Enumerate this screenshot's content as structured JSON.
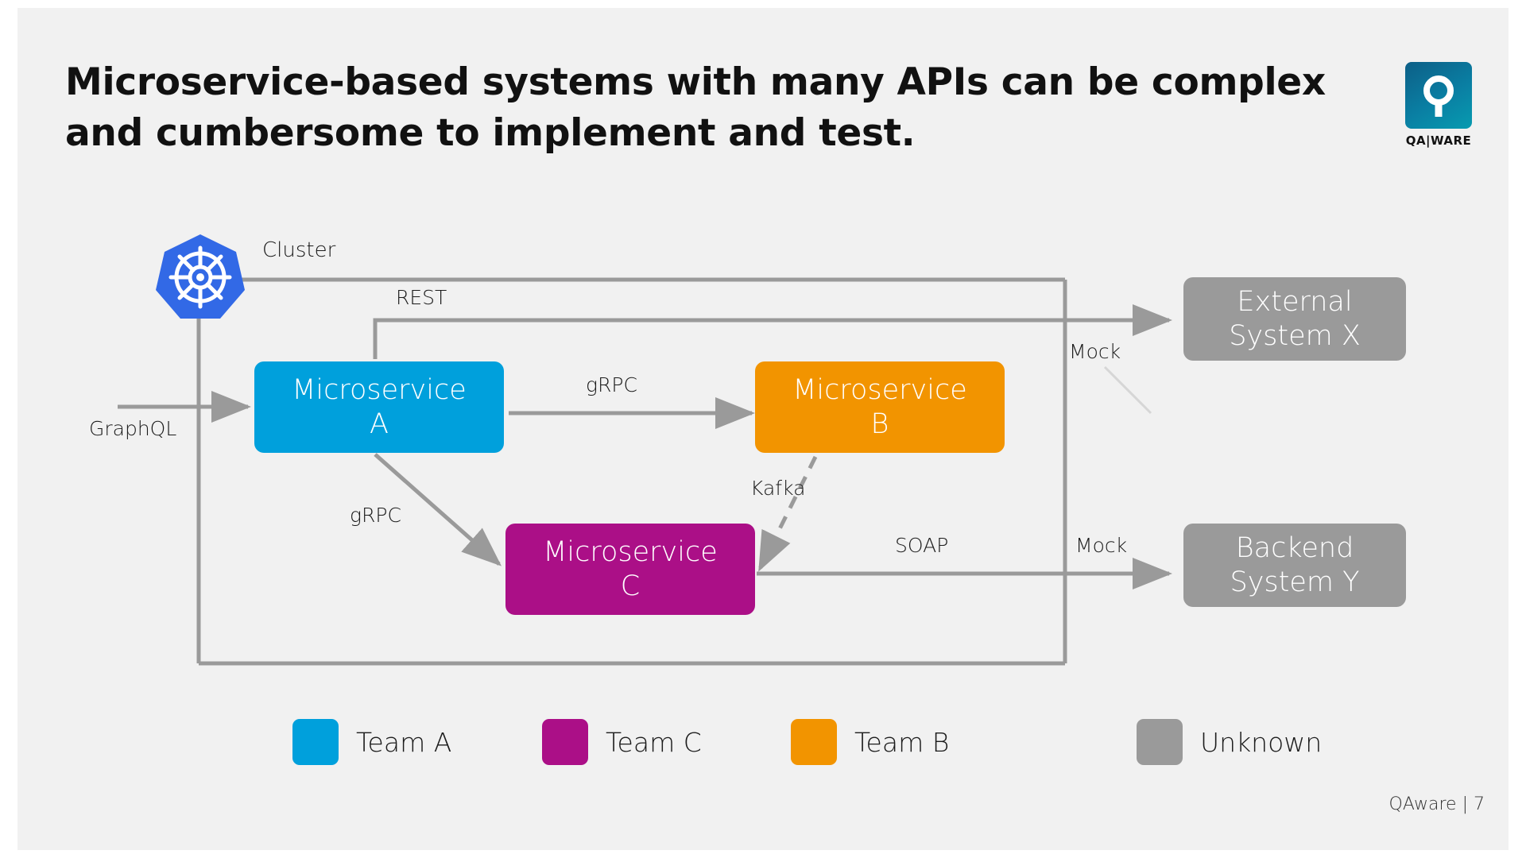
{
  "slide": {
    "title": "Microservice-based systems with many APIs can be complex\nand cumbersome to implement and test.",
    "footer": "QAware | 7",
    "background_color": "#f1f1f1"
  },
  "logo": {
    "name": "QAware",
    "wordmark": "QA|WARE",
    "tile_color": "#0a7fa3"
  },
  "diagram": {
    "cluster": {
      "label": "Cluster",
      "platform_icon": "kubernetes-icon",
      "boundary_color": "#9a9a9a"
    },
    "nodes": [
      {
        "id": "ms-a",
        "label": "Microservice\nA",
        "color": "#00a0dc",
        "team": "Team A"
      },
      {
        "id": "ms-b",
        "label": "Microservice\nB",
        "color": "#f29400",
        "team": "Team B"
      },
      {
        "id": "ms-c",
        "label": "Microservice\nC",
        "color": "#ab0f87",
        "team": "Team C"
      },
      {
        "id": "ext-x",
        "label": "External\nSystem X",
        "color": "#9a9a9a",
        "team": "Unknown"
      },
      {
        "id": "backend-y",
        "label": "Backend\nSystem Y",
        "color": "#9a9a9a",
        "team": "Unknown"
      }
    ],
    "edges": [
      {
        "id": "e-graphql",
        "label": "GraphQL",
        "from": "external-client",
        "to": "ms-a",
        "style": "solid"
      },
      {
        "id": "e-rest",
        "label": "REST",
        "from": "ms-a",
        "to": "ext-x",
        "style": "solid"
      },
      {
        "id": "e-grpc-ab",
        "label": "gRPC",
        "from": "ms-a",
        "to": "ms-b",
        "style": "solid"
      },
      {
        "id": "e-grpc-ac",
        "label": "gRPC",
        "from": "ms-a",
        "to": "ms-c",
        "style": "solid"
      },
      {
        "id": "e-kafka",
        "label": "Kafka",
        "from": "ms-b",
        "to": "ms-c",
        "style": "dashed"
      },
      {
        "id": "e-soap",
        "label": "SOAP",
        "from": "ms-c",
        "to": "backend-y",
        "style": "solid"
      }
    ],
    "annotations": [
      {
        "id": "mock-x",
        "label": "Mock",
        "target": "ext-x"
      },
      {
        "id": "mock-y",
        "label": "Mock",
        "target": "backend-y"
      }
    ]
  },
  "legend": {
    "items": [
      {
        "label": "Team A",
        "color": "#00a0dc"
      },
      {
        "label": "Team C",
        "color": "#ab0f87"
      },
      {
        "label": "Team B",
        "color": "#f29400"
      },
      {
        "label": "Unknown",
        "color": "#9a9a9a"
      }
    ]
  }
}
